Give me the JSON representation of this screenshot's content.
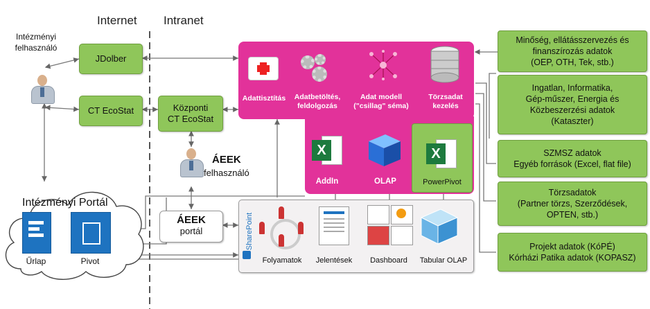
{
  "zones": {
    "internet": "Internet",
    "intranet": "Intranet"
  },
  "users": {
    "institutional": [
      "Intézményi",
      "felhasználó"
    ],
    "aeek_title": "ÁEEK",
    "aeek_sub": "felhasználó"
  },
  "left_boxes": {
    "jdolber": "JDolber",
    "ct_ecostat": "CT EcoStat",
    "central_ecostat": [
      "Központi",
      "CT EcoStat"
    ],
    "aeek_portal_title": "ÁEEK",
    "aeek_portal_sub": "portál"
  },
  "portal": {
    "title": "Intézményi Portál",
    "form": "Űrlap",
    "pivot": "Pivot"
  },
  "pipeline": {
    "cleansing": "Adattisztítás",
    "loading": "Adatbetöltés,\nfeldolgozás",
    "model": "Adat modell\n(\"csillag\" séma)",
    "master": "Törzsadat\nkezelés",
    "addin": "AddIn",
    "olap": "OLAP",
    "powerpivot": "PowerPivot"
  },
  "sharepoint": {
    "brand": "SharePoint",
    "items": [
      "Folyamatok",
      "Jelentések",
      "Dashboard",
      "Tabular OLAP"
    ]
  },
  "sources": [
    "Minőség, ellátásszervezés és\nfinanszírozás adatok\n(OEP, OTH, Tek, stb.)",
    "Ingatlan, Informatika,\nGép-műszer, Energia és\nKözbeszerzési adatok\n(Kataszter)",
    "SZMSZ adatok\nEgyéb források (Excel, flat file)",
    "Törzsadatok\n(Partner törzs, Szerződések,\nOPTEN, stb.)",
    "Projekt adatok (KóPÉ)\nKórházi Patika adatok (KOPASZ)"
  ],
  "colors": {
    "pink": "#e2329a",
    "green": "#8fc65a",
    "blue": "#1e73c0"
  }
}
